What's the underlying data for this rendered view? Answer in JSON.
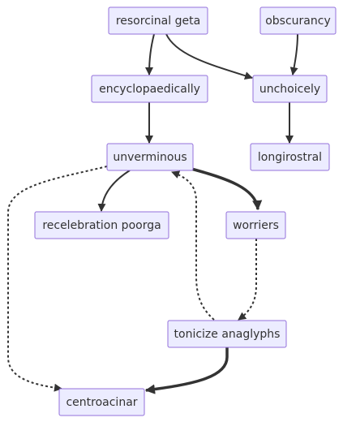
{
  "diagram": {
    "nodes": [
      {
        "id": "resorcinal",
        "label": "resorcinal geta"
      },
      {
        "id": "obscurancy",
        "label": "obscurancy"
      },
      {
        "id": "encyclo",
        "label": "encyclopaedically"
      },
      {
        "id": "unchoicely",
        "label": "unchoicely"
      },
      {
        "id": "unverminous",
        "label": "unverminous"
      },
      {
        "id": "longirostral",
        "label": "longirostral"
      },
      {
        "id": "recelebration",
        "label": "recelebration poorga"
      },
      {
        "id": "worriers",
        "label": "worriers"
      },
      {
        "id": "tonicize",
        "label": "tonicize anaglyphs"
      },
      {
        "id": "centroacinar",
        "label": "centroacinar"
      }
    ],
    "edges": [
      {
        "from": "resorcinal",
        "to": "encyclo",
        "style": "normal"
      },
      {
        "from": "resorcinal",
        "to": "unchoicely",
        "style": "normal"
      },
      {
        "from": "obscurancy",
        "to": "unchoicely",
        "style": "normal"
      },
      {
        "from": "encyclo",
        "to": "unverminous",
        "style": "normal"
      },
      {
        "from": "unchoicely",
        "to": "longirostral",
        "style": "normal"
      },
      {
        "from": "unverminous",
        "to": "recelebration",
        "style": "normal"
      },
      {
        "from": "unverminous",
        "to": "worriers",
        "style": "thick"
      },
      {
        "from": "unverminous",
        "to": "centroacinar",
        "style": "dotted"
      },
      {
        "from": "worriers",
        "to": "tonicize",
        "style": "dotted"
      },
      {
        "from": "tonicize",
        "to": "unverminous",
        "style": "dotted"
      },
      {
        "from": "tonicize",
        "to": "centroacinar",
        "style": "thick"
      }
    ],
    "colors": {
      "node_fill": "#ECECFF",
      "node_stroke": "#9370DB",
      "edge": "#333333",
      "text": "#333333"
    }
  }
}
